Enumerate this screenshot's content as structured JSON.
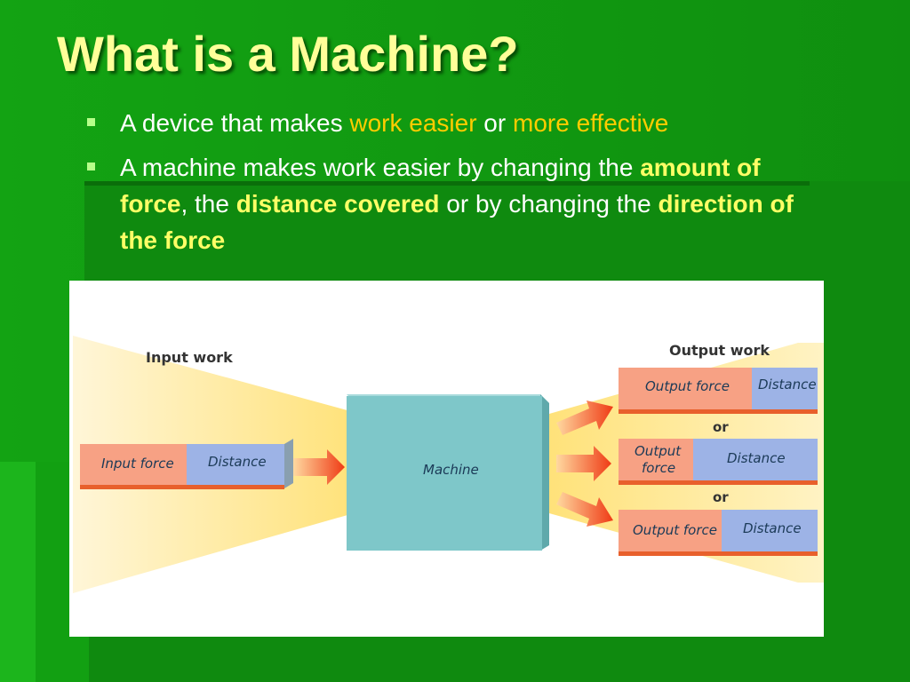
{
  "slide": {
    "title": "What is a Machine?",
    "bullets": [
      {
        "parts": [
          "A device that makes ",
          "work easier",
          " or ",
          "more effective"
        ]
      },
      {
        "parts": [
          "A machine makes work easier by changing the ",
          "amount of force",
          ", the ",
          "distance covered",
          " or by changing the ",
          "direction of the force"
        ]
      }
    ]
  },
  "diagram": {
    "input_heading": "Input work",
    "output_heading": "Output work",
    "input_force": "Input force",
    "input_distance": "Distance",
    "machine": "Machine",
    "outputs": [
      {
        "force": "Output force",
        "distance": "Distance"
      },
      {
        "force_line1": "Output",
        "force_line2": "force",
        "distance": "Distance"
      },
      {
        "force": "Output force",
        "distance": "Distance"
      }
    ],
    "or_1": "or",
    "or_2": "or"
  },
  "colors": {
    "title": "#ffff99",
    "highlight_orange": "#ffcc00",
    "highlight_yellow": "#ffff66",
    "force_bar": "#f7a184",
    "distance_bar": "#9db3e6",
    "machine_box": "#7ec7c9",
    "arrow": "#f04a1f"
  }
}
